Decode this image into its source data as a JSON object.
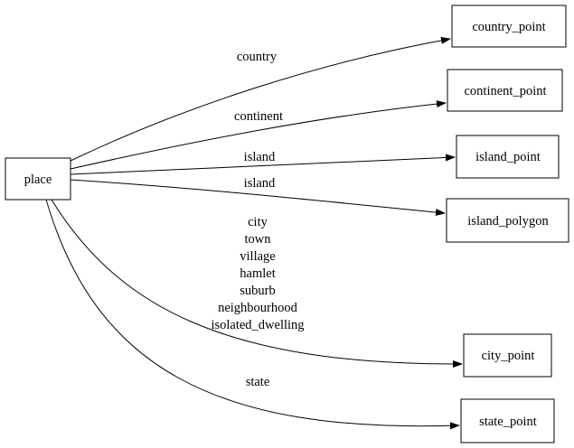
{
  "diagram": {
    "type": "directed-graph",
    "colors": {
      "background": "#ffffff",
      "node_fill": "#ffffff",
      "node_border": "#000000",
      "edge": "#000000",
      "text": "#000000"
    },
    "nodes": [
      {
        "id": "place",
        "label": "place"
      },
      {
        "id": "country_point",
        "label": "country_point"
      },
      {
        "id": "continent_point",
        "label": "continent_point"
      },
      {
        "id": "island_point",
        "label": "island_point"
      },
      {
        "id": "island_polygon",
        "label": "island_polygon"
      },
      {
        "id": "city_point",
        "label": "city_point"
      },
      {
        "id": "state_point",
        "label": "state_point"
      }
    ],
    "edges": [
      {
        "from": "place",
        "to": "country_point",
        "label": "country"
      },
      {
        "from": "place",
        "to": "continent_point",
        "label": "continent"
      },
      {
        "from": "place",
        "to": "island_point",
        "label": "island"
      },
      {
        "from": "place",
        "to": "island_polygon",
        "label": "island"
      },
      {
        "from": "place",
        "to": "city_point",
        "label_lines": [
          "city",
          "town",
          "village",
          "hamlet",
          "suburb",
          "neighbourhood",
          "isolated_dwelling"
        ]
      },
      {
        "from": "place",
        "to": "state_point",
        "label": "state"
      }
    ]
  }
}
